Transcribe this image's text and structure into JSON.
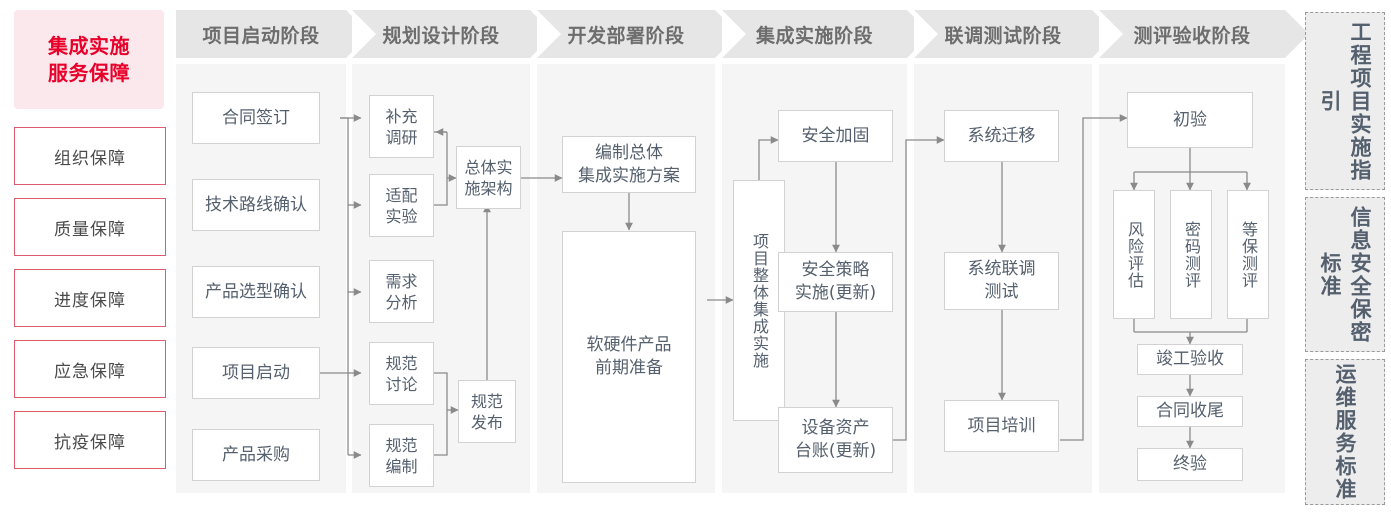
{
  "brand": {
    "title_line1": "集成实施",
    "title_line2": "服务保障",
    "bg": "#fae8ec",
    "fg": "#e8002a"
  },
  "guarantees": [
    {
      "label": "组织保障"
    },
    {
      "label": "质量保障"
    },
    {
      "label": "进度保障"
    },
    {
      "label": "应急保障"
    },
    {
      "label": "抗疫保障"
    }
  ],
  "stages": [
    {
      "id": "kickoff",
      "title": "项目启动阶段",
      "nodes": [
        {
          "id": "n-htqd",
          "label": "合同签订"
        },
        {
          "id": "n-jslx",
          "label": "技术路线确认"
        },
        {
          "id": "n-cpxx",
          "label": "产品选型确认"
        },
        {
          "id": "n-xmqd",
          "label": "项目启动"
        },
        {
          "id": "n-cpcg",
          "label": "产品采购"
        }
      ]
    },
    {
      "id": "planning",
      "title": "规划设计阶段",
      "nodes": [
        {
          "id": "n-bcdy",
          "label": "补充\n调研"
        },
        {
          "id": "n-spsy",
          "label": "适配\n实验"
        },
        {
          "id": "n-xqfx",
          "label": "需求\n分析"
        },
        {
          "id": "n-gftl",
          "label": "规范\n讨论"
        },
        {
          "id": "n-gfbz",
          "label": "规范\n编制"
        },
        {
          "id": "n-ztss",
          "label": "总体实\n施架构"
        },
        {
          "id": "n-gffb",
          "label": "规范\n发布"
        }
      ]
    },
    {
      "id": "deploy",
      "title": "开发部署阶段",
      "nodes": [
        {
          "id": "n-bzzt",
          "label": "编制总体\n集成实施方案"
        },
        {
          "id": "n-ryjj",
          "label": "软硬件产品\n前期准备"
        }
      ]
    },
    {
      "id": "integrate",
      "title": "集成实施阶段",
      "nodes": [
        {
          "id": "n-xmzt",
          "label": "项目整体集成实施"
        },
        {
          "id": "n-aqjg",
          "label": "安全加固"
        },
        {
          "id": "n-aqcl",
          "label": "安全策略\n实施(更新)"
        },
        {
          "id": "n-sbzc",
          "label": "设备资产\n台账(更新)"
        }
      ]
    },
    {
      "id": "jointtest",
      "title": "联调测试阶段",
      "nodes": [
        {
          "id": "n-xtqy",
          "label": "系统迁移"
        },
        {
          "id": "n-xtld",
          "label": "系统联调\n测试"
        },
        {
          "id": "n-xmpx",
          "label": "项目培训"
        }
      ]
    },
    {
      "id": "acceptance",
      "title": "测评验收阶段",
      "nodes": [
        {
          "id": "n-chuy",
          "label": "初验"
        },
        {
          "id": "n-fxpg",
          "label": "风险评估"
        },
        {
          "id": "n-mmcp",
          "label": "密码测评"
        },
        {
          "id": "n-dbcp",
          "label": "等保测评"
        },
        {
          "id": "n-jgys",
          "label": "竣工验收"
        },
        {
          "id": "n-htsw",
          "label": "合同收尾"
        },
        {
          "id": "n-zhongy",
          "label": "终验"
        }
      ]
    }
  ],
  "standards": [
    {
      "id": "std-1",
      "label": "工程项目实施指引"
    },
    {
      "id": "std-2",
      "label": "信息安全保密标准"
    },
    {
      "id": "std-3",
      "label": "运维服务标准"
    }
  ],
  "colors": {
    "stage_band": "#f5f5f5",
    "stage_head": "#e6e6e6",
    "node_border": "#d2d2d2",
    "node_text": "#55606e",
    "guard_border": "#e05a6e",
    "arrow": "#8a8a8a",
    "std_bg": "#ededed",
    "std_border": "#9a9a9a"
  }
}
